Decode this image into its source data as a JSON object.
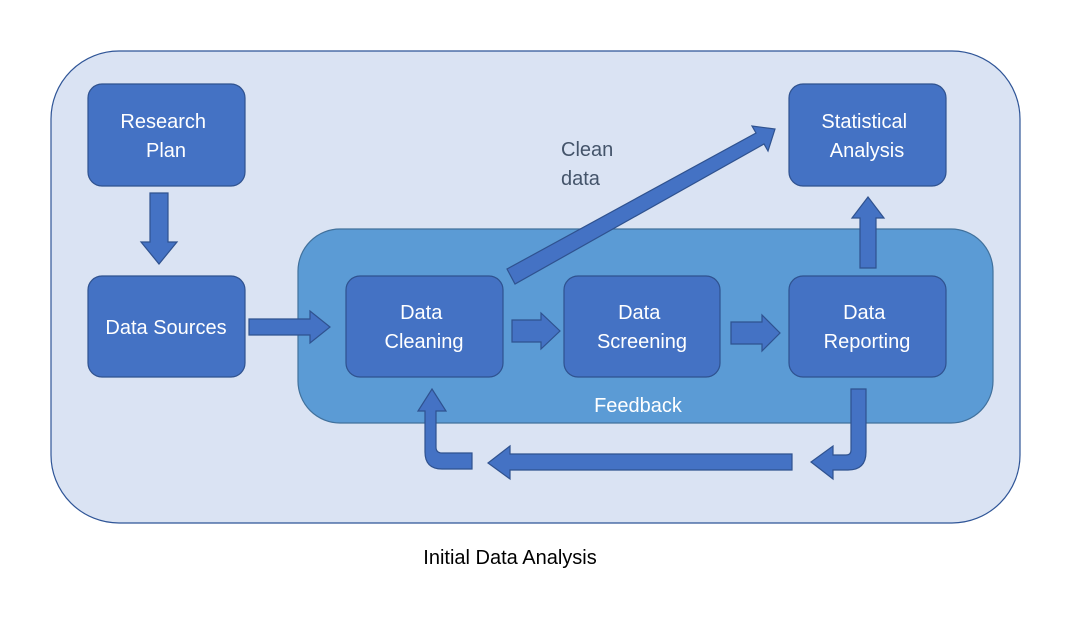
{
  "diagram": {
    "caption": "Initial Data Analysis",
    "nodes": {
      "research_plan": [
        "Research",
        "Plan"
      ],
      "data_sources": [
        "Data Sources"
      ],
      "statistical_analysis": [
        "Statistical",
        "Analysis"
      ],
      "data_cleaning": [
        "Data",
        "Cleaning"
      ],
      "data_screening": [
        "Data",
        "Screening"
      ],
      "data_reporting": [
        "Data",
        "Reporting"
      ]
    },
    "labels": {
      "clean_data": [
        "Clean",
        "data"
      ],
      "feedback": "Feedback"
    }
  },
  "colors": {
    "outer_fill": "#dae3f3",
    "outer_stroke": "#2f5597",
    "inner_fill": "#5b9bd5",
    "inner_stroke": "#41719c",
    "node_fill": "#4472c4",
    "node_stroke": "#2f528f",
    "arrow_fill": "#4472c4",
    "arrow_stroke": "#2f528f",
    "label_text": "#44546a",
    "feedback_text": "#ffffff"
  }
}
